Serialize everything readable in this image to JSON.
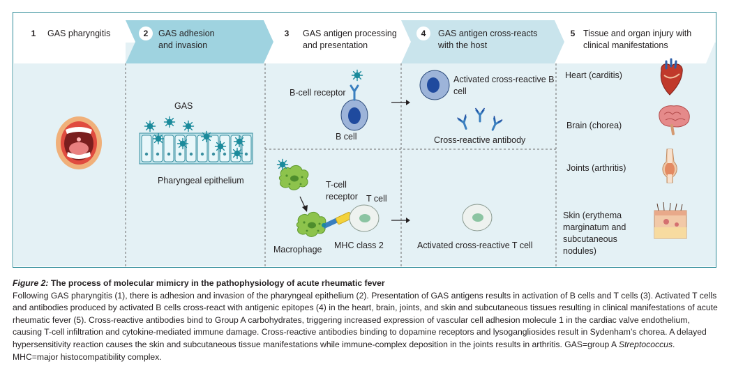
{
  "diagram": {
    "steps": [
      {
        "number": "1",
        "title": "GAS pharyngitis"
      },
      {
        "number": "2",
        "title": "GAS adhesion and invasion"
      },
      {
        "number": "3",
        "title": "GAS antigen processing and presentation"
      },
      {
        "number": "4",
        "title": "GAS antigen cross-reacts with the host"
      },
      {
        "number": "5",
        "title": "Tissue and organ injury with clinical manifestations"
      }
    ],
    "labels": {
      "gas": "GAS",
      "pharyngeal_epithelium": "Pharyngeal epithelium",
      "b_cell_receptor": "B-cell receptor",
      "b_cell": "B cell",
      "activated_b_cell": "Activated cross-reactive B cell",
      "cross_reactive_antibody": "Cross-reactive antibody",
      "t_cell_receptor": "T-cell receptor",
      "t_cell": "T cell",
      "macrophage": "Macrophage",
      "mhc_class_2": "MHC class 2",
      "activated_t_cell": "Activated cross-reactive T cell"
    },
    "manifestations": [
      {
        "label": "Heart (carditis)",
        "icon": "heart-icon"
      },
      {
        "label": "Brain (chorea)",
        "icon": "brain-icon"
      },
      {
        "label": "Joints (arthritis)",
        "icon": "joint-icon"
      },
      {
        "label": "Skin (erythema marginatum and subcutaneous nodules)",
        "icon": "skin-icon"
      }
    ],
    "colors": {
      "frame": "#2c8a97",
      "header_band": "#c9e4ec",
      "body_bg": "#e4f1f5",
      "b_cell_nucleus": "#1f4a9e",
      "t_cell_nucleus": "#8cc4a2",
      "macrophage": "#8dc34c",
      "bacteria": "#1a8a9b"
    }
  },
  "caption": {
    "figure_label": "Figure 2:",
    "title": "The process of molecular mimicry in the pathophysiology of acute rheumatic fever",
    "body_before_italic": "Following GAS pharyngitis (1), there is adhesion and invasion of the pharyngeal epithelium (2). Presentation of GAS antigens results in activation of B cells and T cells (3). Activated T cells and antibodies produced by activated B cells cross-react with antigenic epitopes (4) in the heart, brain, joints, and skin and subcutaneous tissues resulting in clinical manifestations of acute rheumatic fever (5). Cross-reactive antibodies bind to Group A carbohydrates, triggering increased expression of vascular cell adhesion molecule 1 in the cardiac valve endothelium, causing T-cell infiltration and cytokine-mediated immune damage. Cross-reactive antibodies binding to dopamine receptors and lysogangliosides result in Sydenham’s chorea. A delayed hypersensitivity reaction causes the skin and subcutaneous tissue manifestations while immune-complex deposition in the joints results in arthritis. GAS=group A ",
    "body_italic": "Streptococcus",
    "body_after_italic": ". MHC=major histocompatibility complex."
  }
}
